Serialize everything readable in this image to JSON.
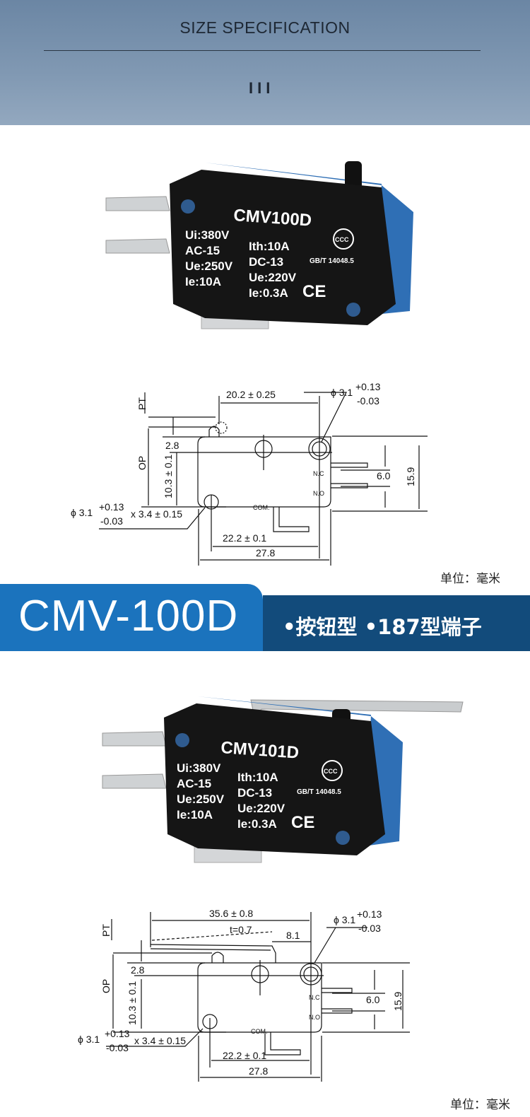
{
  "header": {
    "title": "SIZE SPECIFICATION",
    "marker": "III"
  },
  "products": [
    {
      "model": "CMV100D",
      "ui": "Ui:380V",
      "ac": "AC-15",
      "ue1": "Ue:250V",
      "ie1": "Ie:10A",
      "ith": "Ith:10A",
      "dc": "DC-13",
      "ue2": "Ue:220V",
      "ie2": "Ie:0.3A",
      "ccc": "CCC",
      "gbt": "GB/T 14048.5",
      "ce": "CE"
    },
    {
      "model": "CMV101D",
      "ui": "Ui:380V",
      "ac": "AC-15",
      "ue1": "Ue:250V",
      "ie1": "Ie:10A",
      "ith": "Ith:10A",
      "dc": "DC-13",
      "ue2": "Ue:220V",
      "ie2": "Ie:0.3A",
      "ccc": "CCC",
      "gbt": "GB/T 14048.5",
      "ce": "CE"
    }
  ],
  "drawing1": {
    "plunger_span": "20.2 ± 0.25",
    "hole_dia": "ϕ 3.1",
    "tol_plus": "+0.13",
    "tol_minus": "-0.03",
    "hole_size": "x 3.4 ± 0.15",
    "pt": "PT",
    "op": "OP",
    "d28": "2.8",
    "d103": "10.3 ± 0.1",
    "nc": "N.C",
    "no": "N.O",
    "com": "COM.",
    "d60": "6.0",
    "d159": "15.9",
    "d222": "22.2 ± 0.1",
    "d278": "27.8"
  },
  "drawing2": {
    "lever_span": "35.6 ± 0.8",
    "thickness": "t=0.7",
    "d81": "8.1",
    "hole_dia": "ϕ 3.1",
    "tol_plus": "+0.13",
    "tol_minus": "-0.03",
    "hole_size": "x 3.4 ± 0.15",
    "pt": "PT",
    "op": "OP",
    "d28": "2.8",
    "d103": "10.3 ± 0.1",
    "nc": "N.C",
    "no": "N.O",
    "com": "COM.",
    "d60": "6.0",
    "d159": "15.9",
    "d222": "22.2 ± 0.1",
    "d278": "27.8"
  },
  "unit_label": "单位：毫米",
  "banner": {
    "model": "CMV-100D",
    "features": "•按钮型  •187型端子"
  },
  "colors": {
    "header": "#7b93ae",
    "banner_left": "#1b73bd",
    "banner_right": "#124b7b",
    "switch_body": "#151515",
    "switch_cap": "#2f6fb5"
  }
}
